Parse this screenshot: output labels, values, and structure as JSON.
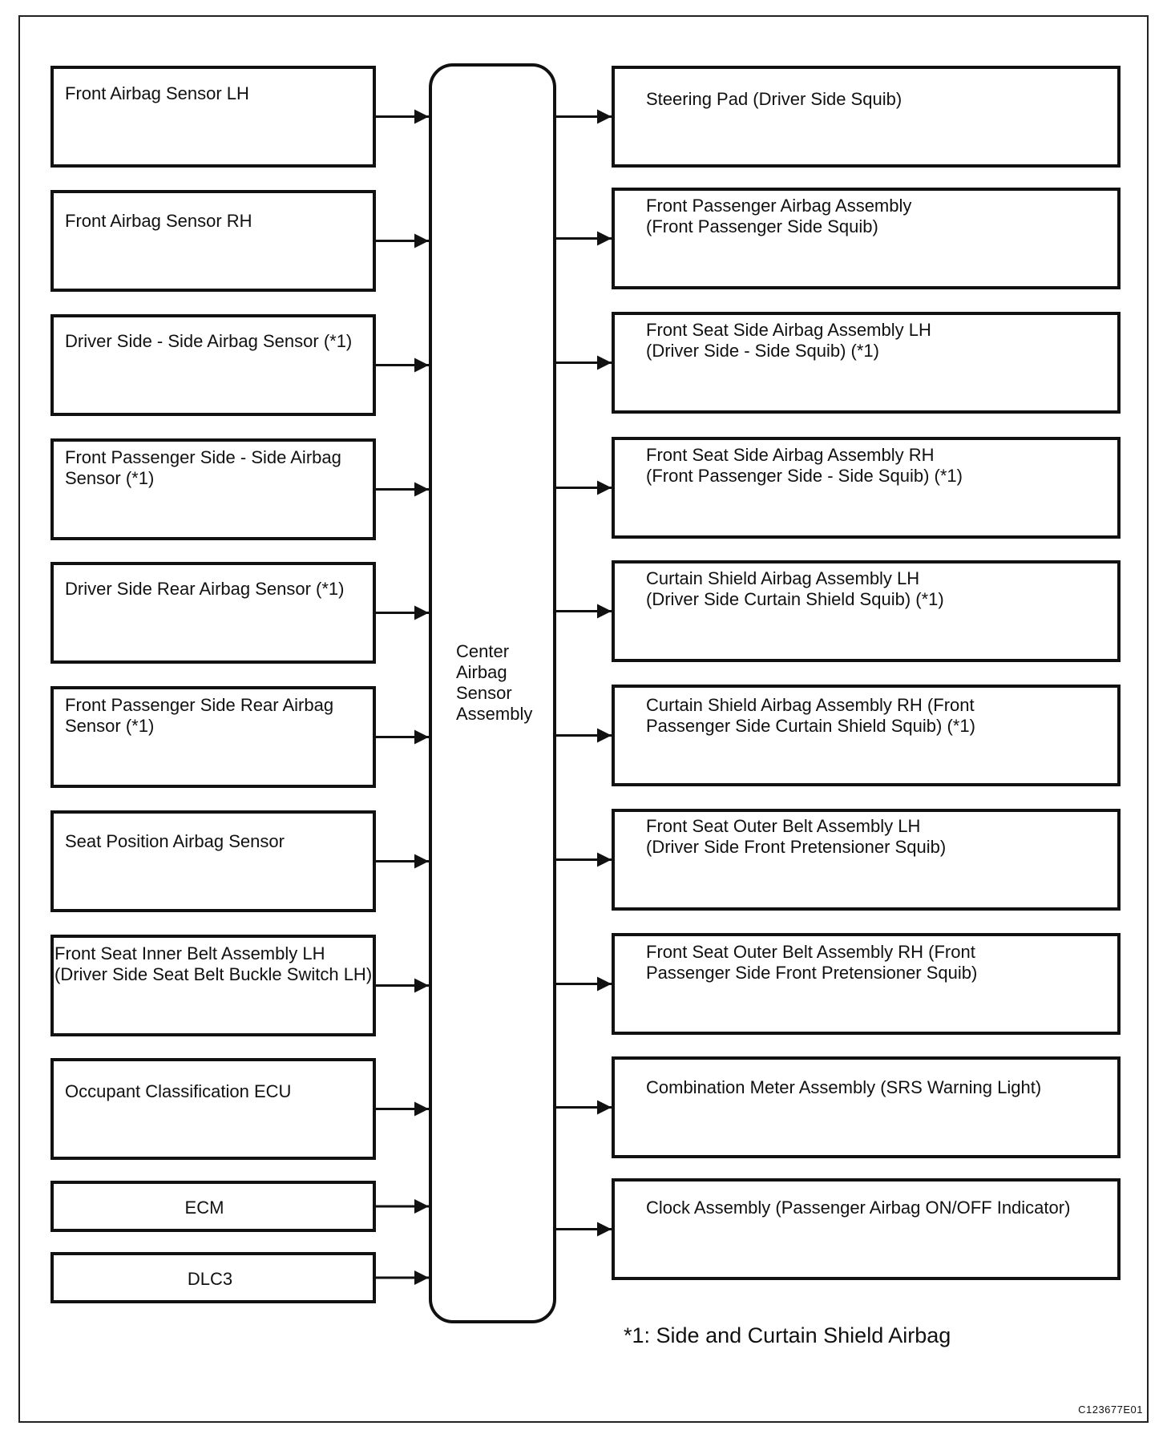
{
  "center_unit": {
    "label": "Center\nAirbag\nSensor\nAssembly"
  },
  "inputs": [
    {
      "label": "Front Airbag Sensor LH"
    },
    {
      "label": "Front Airbag Sensor RH"
    },
    {
      "label": "Driver Side - Side Airbag Sensor (*1)"
    },
    {
      "label": "Front Passenger Side - Side Airbag\nSensor (*1)"
    },
    {
      "label": "Driver Side Rear Airbag Sensor (*1)"
    },
    {
      "label": "Front Passenger Side Rear Airbag\nSensor (*1)"
    },
    {
      "label": "Seat Position Airbag Sensor"
    },
    {
      "label": "Front Seat Inner Belt Assembly LH\n(Driver Side Seat Belt Buckle Switch LH)"
    },
    {
      "label": "Occupant Classification ECU"
    },
    {
      "label": "ECM"
    },
    {
      "label": "DLC3"
    }
  ],
  "outputs": [
    {
      "label": "Steering Pad (Driver Side Squib)"
    },
    {
      "label": "Front Passenger Airbag Assembly\n(Front Passenger Side Squib)"
    },
    {
      "label": "Front Seat Side Airbag Assembly LH\n(Driver Side - Side Squib) (*1)"
    },
    {
      "label": "Front Seat Side Airbag Assembly RH\n(Front Passenger Side - Side Squib) (*1)"
    },
    {
      "label": "Curtain Shield Airbag Assembly LH\n(Driver Side Curtain Shield Squib) (*1)"
    },
    {
      "label": "Curtain Shield Airbag Assembly RH (Front\nPassenger Side Curtain Shield Squib) (*1)"
    },
    {
      "label": "Front Seat Outer Belt Assembly LH\n(Driver Side Front Pretensioner Squib)"
    },
    {
      "label": "Front Seat Outer Belt Assembly RH (Front\nPassenger Side Front Pretensioner Squib)"
    },
    {
      "label": "Combination Meter Assembly (SRS Warning Light)"
    },
    {
      "label": "Clock Assembly (Passenger Airbag ON/OFF Indicator)"
    }
  ],
  "footnote": "*1: Side and Curtain Shield Airbag",
  "figure_code": "C123677E01"
}
